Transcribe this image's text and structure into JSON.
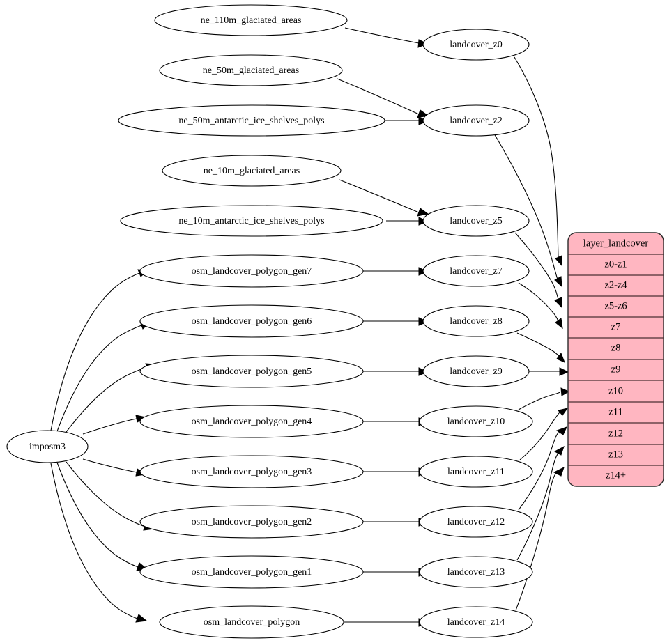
{
  "diagram": {
    "type": "directed-graph",
    "title": "",
    "background_color": "#ffffff",
    "node_fill": "#ffffff",
    "node_stroke": "#000000",
    "edge_color": "#000000",
    "table_fill": "#ffb6c1",
    "table_stroke": "#2b2b2b"
  },
  "source_node": {
    "id": "imposm3",
    "label": "imposm3"
  },
  "natural_earth_nodes": [
    {
      "id": "ne_110m_glaciated_areas",
      "label": "ne_110m_glaciated_areas"
    },
    {
      "id": "ne_50m_glaciated_areas",
      "label": "ne_50m_glaciated_areas"
    },
    {
      "id": "ne_50m_antarctic_ice_shelves_polys",
      "label": "ne_50m_antarctic_ice_shelves_polys"
    },
    {
      "id": "ne_10m_glaciated_areas",
      "label": "ne_10m_glaciated_areas"
    },
    {
      "id": "ne_10m_antarctic_ice_shelves_polys",
      "label": "ne_10m_antarctic_ice_shelves_polys"
    }
  ],
  "osm_nodes": [
    {
      "id": "osm_landcover_polygon_gen7",
      "label": "osm_landcover_polygon_gen7"
    },
    {
      "id": "osm_landcover_polygon_gen6",
      "label": "osm_landcover_polygon_gen6"
    },
    {
      "id": "osm_landcover_polygon_gen5",
      "label": "osm_landcover_polygon_gen5"
    },
    {
      "id": "osm_landcover_polygon_gen4",
      "label": "osm_landcover_polygon_gen4"
    },
    {
      "id": "osm_landcover_polygon_gen3",
      "label": "osm_landcover_polygon_gen3"
    },
    {
      "id": "osm_landcover_polygon_gen2",
      "label": "osm_landcover_polygon_gen2"
    },
    {
      "id": "osm_landcover_polygon_gen1",
      "label": "osm_landcover_polygon_gen1"
    },
    {
      "id": "osm_landcover_polygon",
      "label": "osm_landcover_polygon"
    }
  ],
  "landcover_nodes": [
    {
      "id": "landcover_z0",
      "label": "landcover_z0"
    },
    {
      "id": "landcover_z2",
      "label": "landcover_z2"
    },
    {
      "id": "landcover_z5",
      "label": "landcover_z5"
    },
    {
      "id": "landcover_z7",
      "label": "landcover_z7"
    },
    {
      "id": "landcover_z8",
      "label": "landcover_z8"
    },
    {
      "id": "landcover_z9",
      "label": "landcover_z9"
    },
    {
      "id": "landcover_z10",
      "label": "landcover_z10"
    },
    {
      "id": "landcover_z11",
      "label": "landcover_z11"
    },
    {
      "id": "landcover_z12",
      "label": "landcover_z12"
    },
    {
      "id": "landcover_z13",
      "label": "landcover_z13"
    },
    {
      "id": "landcover_z14",
      "label": "landcover_z14"
    }
  ],
  "layer_table": {
    "title": "layer_landcover",
    "rows": [
      {
        "label": "z0-z1"
      },
      {
        "label": "z2-z4"
      },
      {
        "label": "z5-z6"
      },
      {
        "label": "z7"
      },
      {
        "label": "z8"
      },
      {
        "label": "z9"
      },
      {
        "label": "z10"
      },
      {
        "label": "z11"
      },
      {
        "label": "z12"
      },
      {
        "label": "z13"
      },
      {
        "label": "z14+"
      }
    ]
  },
  "edges": [
    {
      "from": "ne_110m_glaciated_areas",
      "to": "landcover_z0"
    },
    {
      "from": "ne_50m_glaciated_areas",
      "to": "landcover_z2"
    },
    {
      "from": "ne_50m_antarctic_ice_shelves_polys",
      "to": "landcover_z2"
    },
    {
      "from": "ne_10m_glaciated_areas",
      "to": "landcover_z5"
    },
    {
      "from": "ne_10m_antarctic_ice_shelves_polys",
      "to": "landcover_z5"
    },
    {
      "from": "imposm3",
      "to": "osm_landcover_polygon_gen7"
    },
    {
      "from": "imposm3",
      "to": "osm_landcover_polygon_gen6"
    },
    {
      "from": "imposm3",
      "to": "osm_landcover_polygon_gen5"
    },
    {
      "from": "imposm3",
      "to": "osm_landcover_polygon_gen4"
    },
    {
      "from": "imposm3",
      "to": "osm_landcover_polygon_gen3"
    },
    {
      "from": "imposm3",
      "to": "osm_landcover_polygon_gen2"
    },
    {
      "from": "imposm3",
      "to": "osm_landcover_polygon_gen1"
    },
    {
      "from": "imposm3",
      "to": "osm_landcover_polygon"
    },
    {
      "from": "osm_landcover_polygon_gen7",
      "to": "landcover_z7"
    },
    {
      "from": "osm_landcover_polygon_gen6",
      "to": "landcover_z8"
    },
    {
      "from": "osm_landcover_polygon_gen5",
      "to": "landcover_z9"
    },
    {
      "from": "osm_landcover_polygon_gen4",
      "to": "landcover_z10"
    },
    {
      "from": "osm_landcover_polygon_gen3",
      "to": "landcover_z11"
    },
    {
      "from": "osm_landcover_polygon_gen2",
      "to": "landcover_z12"
    },
    {
      "from": "osm_landcover_polygon_gen1",
      "to": "landcover_z13"
    },
    {
      "from": "osm_landcover_polygon",
      "to": "landcover_z14"
    },
    {
      "from": "landcover_z0",
      "to": "z0-z1"
    },
    {
      "from": "landcover_z2",
      "to": "z2-z4"
    },
    {
      "from": "landcover_z5",
      "to": "z5-z6"
    },
    {
      "from": "landcover_z7",
      "to": "z7"
    },
    {
      "from": "landcover_z8",
      "to": "z8"
    },
    {
      "from": "landcover_z9",
      "to": "z9"
    },
    {
      "from": "landcover_z10",
      "to": "z10"
    },
    {
      "from": "landcover_z11",
      "to": "z11"
    },
    {
      "from": "landcover_z12",
      "to": "z12"
    },
    {
      "from": "landcover_z13",
      "to": "z13"
    },
    {
      "from": "landcover_z14",
      "to": "z14+"
    }
  ]
}
